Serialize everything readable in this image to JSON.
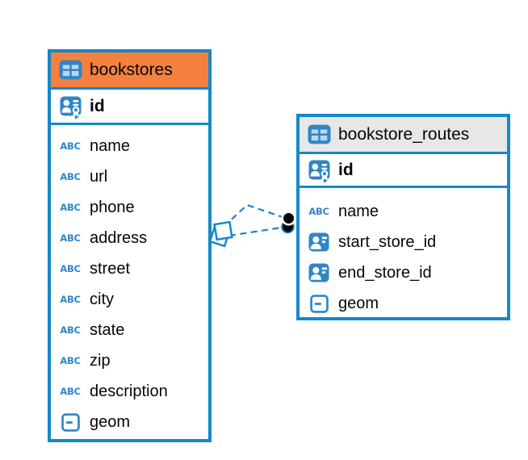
{
  "diagram": {
    "background_color": "#ffffff",
    "accent_blue": "#1588c9",
    "icon_blue": "#2f86c7",
    "icons": {
      "text_type_glyph": "ABC"
    },
    "tables": [
      {
        "name": "bookstores",
        "header_bg": "#f5813f",
        "icon": "table-icon",
        "pk": {
          "name": "id",
          "icon": "primary-key-icon"
        },
        "columns": [
          {
            "name": "name",
            "icon": "text-type-icon"
          },
          {
            "name": "url",
            "icon": "text-type-icon"
          },
          {
            "name": "phone",
            "icon": "text-type-icon"
          },
          {
            "name": "address",
            "icon": "text-type-icon"
          },
          {
            "name": "street",
            "icon": "text-type-icon"
          },
          {
            "name": "city",
            "icon": "text-type-icon"
          },
          {
            "name": "state",
            "icon": "text-type-icon"
          },
          {
            "name": "zip",
            "icon": "text-type-icon"
          },
          {
            "name": "description",
            "icon": "text-type-icon"
          },
          {
            "name": "geom",
            "icon": "geometry-type-icon"
          }
        ]
      },
      {
        "name": "bookstore_routes",
        "header_bg": "#e7e7e7",
        "icon": "table-icon",
        "pk": {
          "name": "id",
          "icon": "primary-key-icon"
        },
        "columns": [
          {
            "name": "name",
            "icon": "text-type-icon"
          },
          {
            "name": "start_store_id",
            "icon": "reference-type-icon"
          },
          {
            "name": "end_store_id",
            "icon": "reference-type-icon"
          },
          {
            "name": "geom",
            "icon": "geometry-type-icon"
          }
        ]
      }
    ],
    "relationship": {
      "from_table": "bookstore_routes",
      "to_table": "bookstores",
      "line_style": "dashed",
      "line_color": "#1588c9",
      "source_marker": "dot",
      "target_marker": "diamond",
      "line_count": 2
    }
  }
}
